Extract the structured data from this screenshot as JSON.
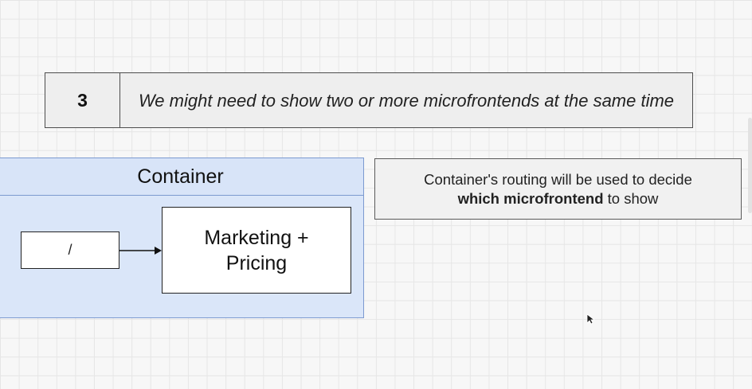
{
  "row": {
    "number": "3",
    "text": "We might need to show two or more microfrontends at the same time"
  },
  "container": {
    "title": "Container",
    "route_label": "/",
    "microfrontend_line1": "Marketing +",
    "microfrontend_line2": "Pricing"
  },
  "note": {
    "line1": "Container's routing will be used to decide",
    "line2_bold": "which microfrontend",
    "line2_rest": " to show"
  },
  "colors": {
    "container_fill": "#dae6f9",
    "container_border": "#7c9ad0"
  }
}
